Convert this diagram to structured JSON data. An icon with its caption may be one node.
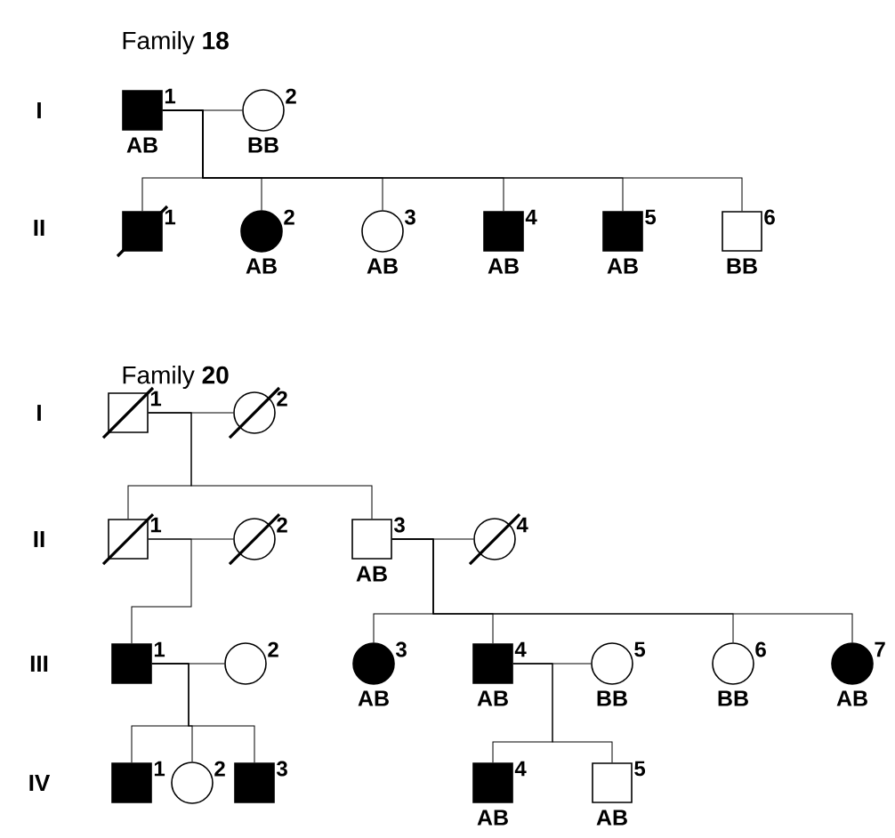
{
  "diagram": {
    "nodes": [
      {
        "text": [],
        "shape": "filled-square",
        "beside": [
          "1",
          "AB"
        ]
      },
      {
        "text": [],
        "shape": "circle",
        "beside": [
          "2",
          "BB"
        ]
      },
      {
        "text": [],
        "shape": "filled-crossed-square",
        "beside": [
          "1"
        ]
      },
      {
        "text": [],
        "shape": "filled-circle",
        "beside": [
          "2",
          "AB"
        ]
      },
      {
        "text": [],
        "shape": "circle",
        "beside": [
          "3",
          "AB"
        ]
      },
      {
        "text": [],
        "shape": "filled-square",
        "beside": [
          "4",
          "AB"
        ]
      },
      {
        "text": [],
        "shape": "filled-square",
        "beside": [
          "5",
          "AB"
        ]
      },
      {
        "text": [],
        "shape": "square",
        "beside": [
          "6",
          "BB"
        ]
      },
      {
        "text": [],
        "shape": "crossed-square",
        "beside": [
          "1"
        ]
      },
      {
        "text": [],
        "shape": "crossed-circle",
        "beside": [
          "2"
        ]
      },
      {
        "text": [],
        "shape": "crossed-square",
        "beside": [
          "1"
        ]
      },
      {
        "text": [],
        "shape": "crossed-circle",
        "beside": [
          "2"
        ]
      },
      {
        "text": [],
        "shape": "square",
        "beside": [
          "3",
          "AB"
        ]
      },
      {
        "text": [],
        "shape": "crossed-circle",
        "beside": [
          "4"
        ]
      },
      {
        "text": [],
        "shape": "filled-square",
        "beside": [
          "1"
        ]
      },
      {
        "text": [],
        "shape": "circle",
        "beside": [
          "2"
        ]
      },
      {
        "text": [],
        "shape": "filled-circle",
        "beside": [
          "3",
          "AB"
        ]
      },
      {
        "text": [],
        "shape": "filled-square",
        "beside": [
          "4",
          "AB"
        ]
      },
      {
        "text": [],
        "shape": "circle",
        "beside": [
          "5",
          "BB"
        ]
      },
      {
        "text": [],
        "shape": "circle",
        "beside": [
          "6",
          "BB"
        ]
      },
      {
        "text": [],
        "shape": "filled-circle",
        "beside": [
          "7",
          "AB"
        ]
      },
      {
        "text": [],
        "shape": "filled-square",
        "beside": [
          "1"
        ]
      },
      {
        "text": [],
        "shape": "circle",
        "beside": [
          "2"
        ]
      },
      {
        "text": [],
        "shape": "filled-square",
        "beside": [
          "3"
        ]
      },
      {
        "text": [],
        "shape": "filled-square",
        "beside": [
          "4",
          "AB"
        ]
      },
      {
        "text": [],
        "shape": "square",
        "beside": [
          "5",
          "AB"
        ]
      }
    ],
    "edges": [
      {
        "from": 0,
        "to": 1,
        "arrow": "none"
      },
      {
        "from": 0,
        "to": 2,
        "arrow": "none"
      },
      {
        "from": 0,
        "to": 3,
        "arrow": "none"
      },
      {
        "from": 0,
        "to": 4,
        "arrow": "none"
      },
      {
        "from": 0,
        "to": 5,
        "arrow": "none"
      },
      {
        "from": 0,
        "to": 6,
        "arrow": "none"
      },
      {
        "from": 0,
        "to": 7,
        "arrow": "none"
      },
      {
        "from": 8,
        "to": 9,
        "arrow": "none"
      },
      {
        "from": 8,
        "to": 10,
        "arrow": "none"
      },
      {
        "from": 8,
        "to": 12,
        "arrow": "none"
      },
      {
        "from": 10,
        "to": 11,
        "arrow": "none"
      },
      {
        "from": 12,
        "to": 13,
        "arrow": "none"
      },
      {
        "from": 10,
        "to": 14,
        "arrow": "none"
      },
      {
        "from": 12,
        "to": 16,
        "arrow": "none"
      },
      {
        "from": 12,
        "to": 17,
        "arrow": "none"
      },
      {
        "from": 12,
        "to": 19,
        "arrow": "none"
      },
      {
        "from": 12,
        "to": 20,
        "arrow": "none"
      },
      {
        "from": 14,
        "to": 15,
        "arrow": "none"
      },
      {
        "from": 17,
        "to": 18,
        "arrow": "none"
      },
      {
        "from": 14,
        "to": 21,
        "arrow": "none"
      },
      {
        "from": 14,
        "to": 22,
        "arrow": "none"
      },
      {
        "from": 14,
        "to": 23,
        "arrow": "none"
      },
      {
        "from": 17,
        "to": 24,
        "arrow": "none"
      },
      {
        "from": 17,
        "to": 25,
        "arrow": "none"
      }
    ],
    "labels": [
      "Family **18**",
      "I",
      "II",
      "Family **20**",
      "I",
      "II",
      "III",
      "IV"
    ]
  }
}
